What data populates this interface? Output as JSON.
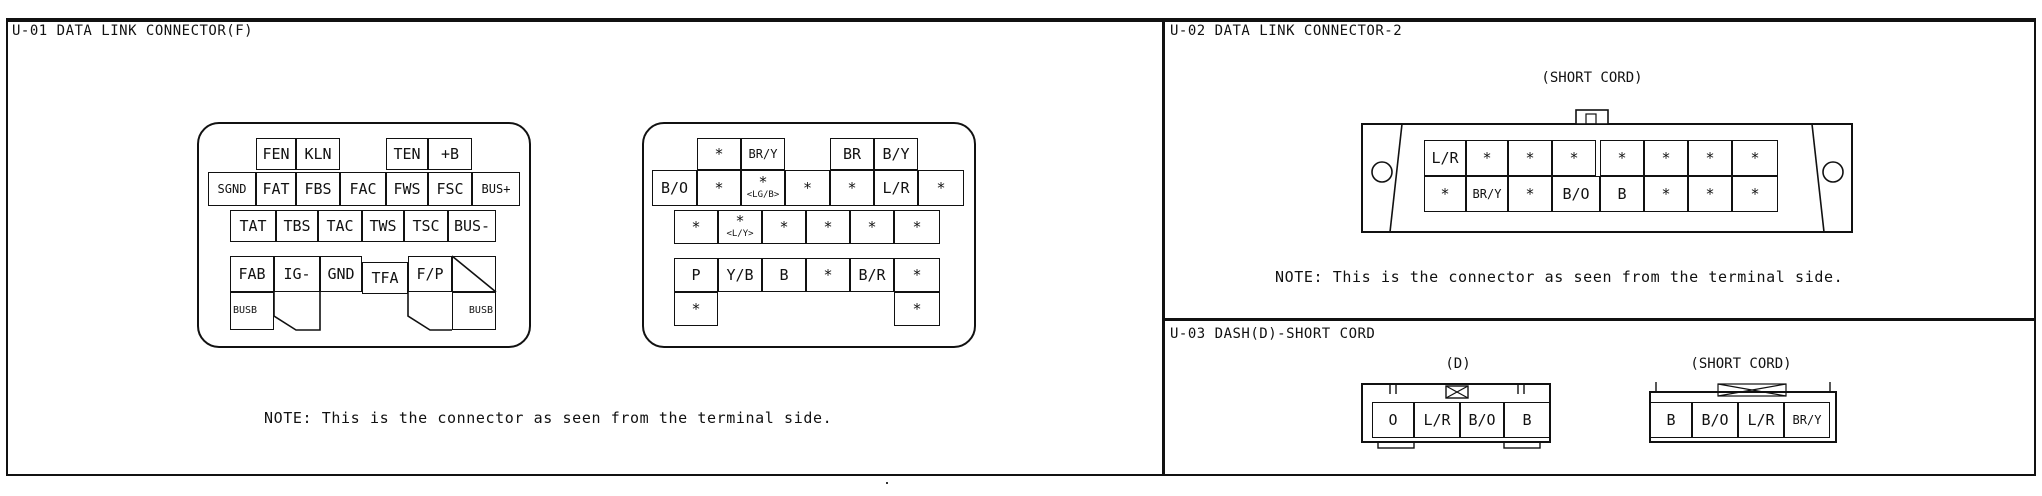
{
  "panels": {
    "u01": {
      "title": "U-01 DATA LINK CONNECTOR(F)",
      "note": "NOTE: This is the connector as seen from the terminal side.",
      "left_connector": {
        "row1": [
          "FEN",
          "KLN",
          "TEN",
          "+B"
        ],
        "row2": [
          "SGND",
          "FAT",
          "FBS",
          "FAC",
          "FWS",
          "FSC",
          "BUS+"
        ],
        "row3": [
          "TAT",
          "TBS",
          "TAC",
          "TWS",
          "TSC",
          "BUS-"
        ],
        "row4": [
          "FAB",
          "IG-",
          "GND",
          "TFA",
          "F/P"
        ],
        "row5": [
          "BUSB",
          "BUSB"
        ]
      },
      "right_connector": {
        "row1": [
          "*",
          "BR/Y",
          "BR",
          "B/Y"
        ],
        "row2": [
          "B/O",
          "*",
          "*",
          "<LG/B>",
          "*",
          "*",
          "L/R",
          "*"
        ],
        "row3": [
          "*",
          "*",
          "<L/Y>",
          "*",
          "*",
          "*",
          "*"
        ],
        "row4": [
          "P",
          "Y/B",
          "B",
          "*",
          "B/R",
          "*"
        ],
        "row5": [
          "*",
          "*"
        ]
      }
    },
    "u02": {
      "title": "U-02 DATA LINK CONNECTOR-2",
      "subtitle": "(SHORT CORD)",
      "note": "NOTE: This is the connector as seen from the terminal side.",
      "row1": [
        "L/R",
        "*",
        "*",
        "*",
        "*",
        "*",
        "*",
        "*"
      ],
      "row2": [
        "*",
        "BR/Y",
        "*",
        "B/O",
        "B",
        "*",
        "*",
        "*"
      ]
    },
    "u03": {
      "title": "U-03 DASH(D)-SHORT CORD",
      "left_label": "(D)",
      "left_cells": [
        "O",
        "L/R",
        "B/O",
        "B"
      ],
      "right_label": "(SHORT CORD)",
      "right_cells": [
        "B",
        "B/O",
        "L/R",
        "BR/Y"
      ]
    }
  }
}
